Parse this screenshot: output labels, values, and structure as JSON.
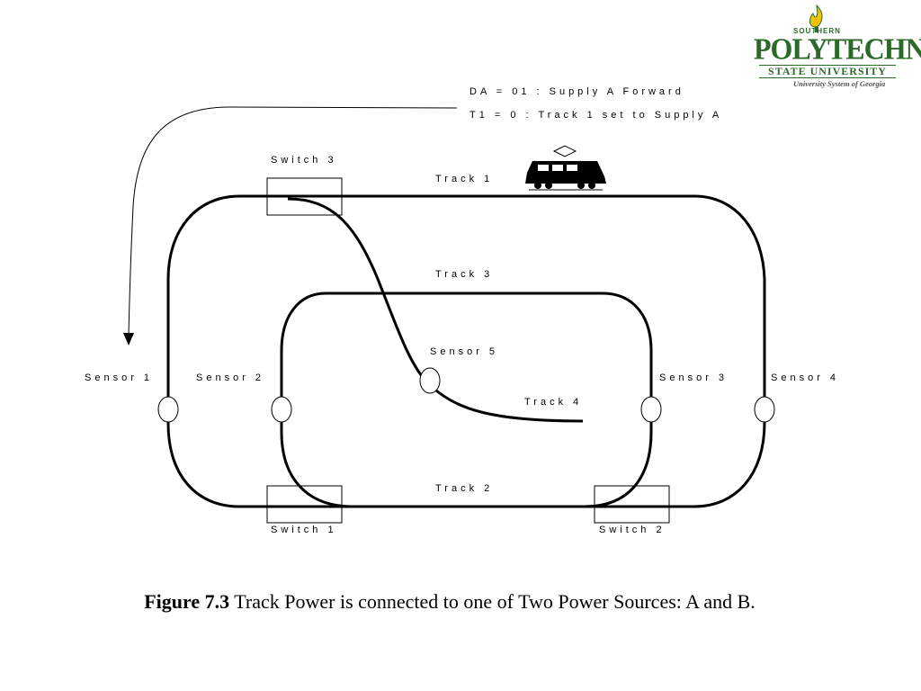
{
  "status": {
    "line1": "DA = 01 : Supply A Forward",
    "line2": "T1 =  0 : Track 1 set to Supply A"
  },
  "labels": {
    "track1": "Track 1",
    "track2": "Track 2",
    "track3": "Track 3",
    "track4": "Track 4",
    "sensor1": "Sensor 1",
    "sensor2": "Sensor 2",
    "sensor3": "Sensor 3",
    "sensor4": "Sensor 4",
    "sensor5": "Sensor 5",
    "switch1": "Switch 1",
    "switch2": "Switch 2",
    "switch3": "Switch 3"
  },
  "caption": {
    "figure": "Figure 7.3",
    "text": " Track Power is connected to one of Two Power Sources: A and B."
  },
  "logo": {
    "southern": "SOUTHERN",
    "name": "POLYTECHNIC",
    "state": "STATE UNIVERSITY",
    "system": "University System of Georgia"
  },
  "colors": {
    "logo_green": "#2d6a2a",
    "logo_gold": "#f2c300"
  }
}
